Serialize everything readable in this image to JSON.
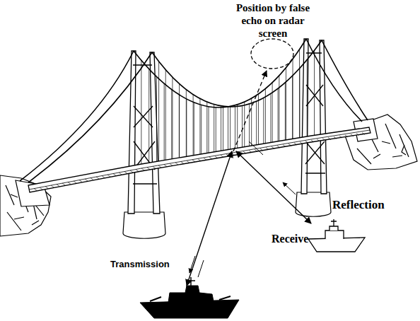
{
  "diagram": {
    "labels": [
      "Position by false echo on radar screen",
      "Reflection",
      "Receive",
      "Transmission"
    ]
  }
}
